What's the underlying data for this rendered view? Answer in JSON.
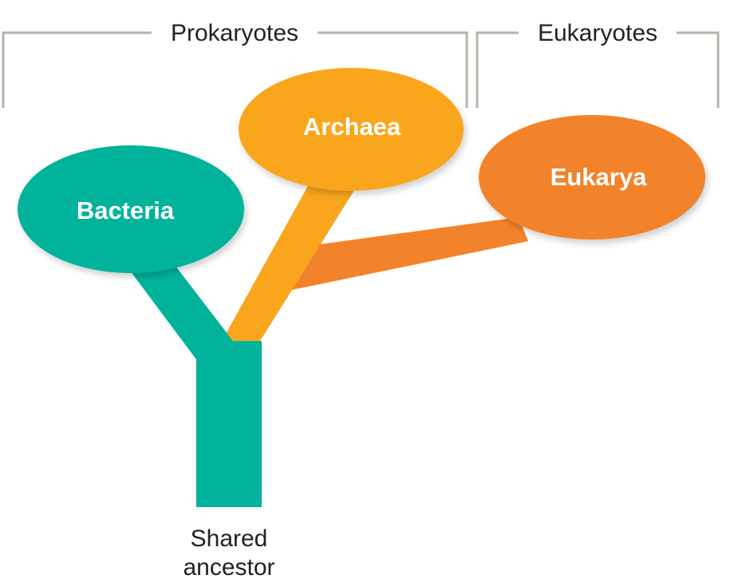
{
  "groups": {
    "prokaryotes": "Prokaryotes",
    "eukaryotes": "Eukaryotes"
  },
  "domains": {
    "bacteria": "Bacteria",
    "archaea": "Archaea",
    "eukarya": "Eukarya"
  },
  "root": {
    "line1": "Shared",
    "line2": "ancestor"
  },
  "colors": {
    "bacteria": "#00b39a",
    "archaea": "#f9a61e",
    "eukarya": "#f2832a",
    "bracket": "#b3b3aa",
    "text": "#222222"
  }
}
